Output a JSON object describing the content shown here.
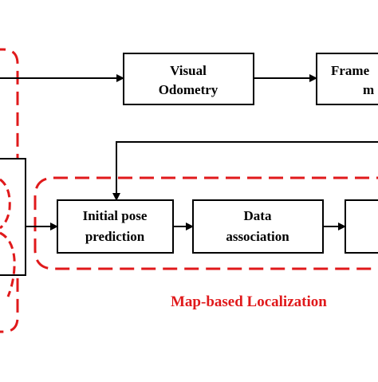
{
  "colors": {
    "line": "#000000",
    "dashed_region": "#e0191b",
    "box_fill": "#ffffff",
    "background": "#ffffff"
  },
  "boxes": {
    "visual_odometry": {
      "line1": "Visual",
      "line2": "Odometry"
    },
    "frame_box": {
      "line1": "Frame",
      "line2": "m"
    },
    "initial_pose": {
      "line1": "Initial pose",
      "line2": "prediction"
    },
    "data_association": {
      "line1": "Data",
      "line2": "association"
    }
  },
  "regions": {
    "map_based_localization": {
      "label": "Map-based Localization"
    }
  }
}
